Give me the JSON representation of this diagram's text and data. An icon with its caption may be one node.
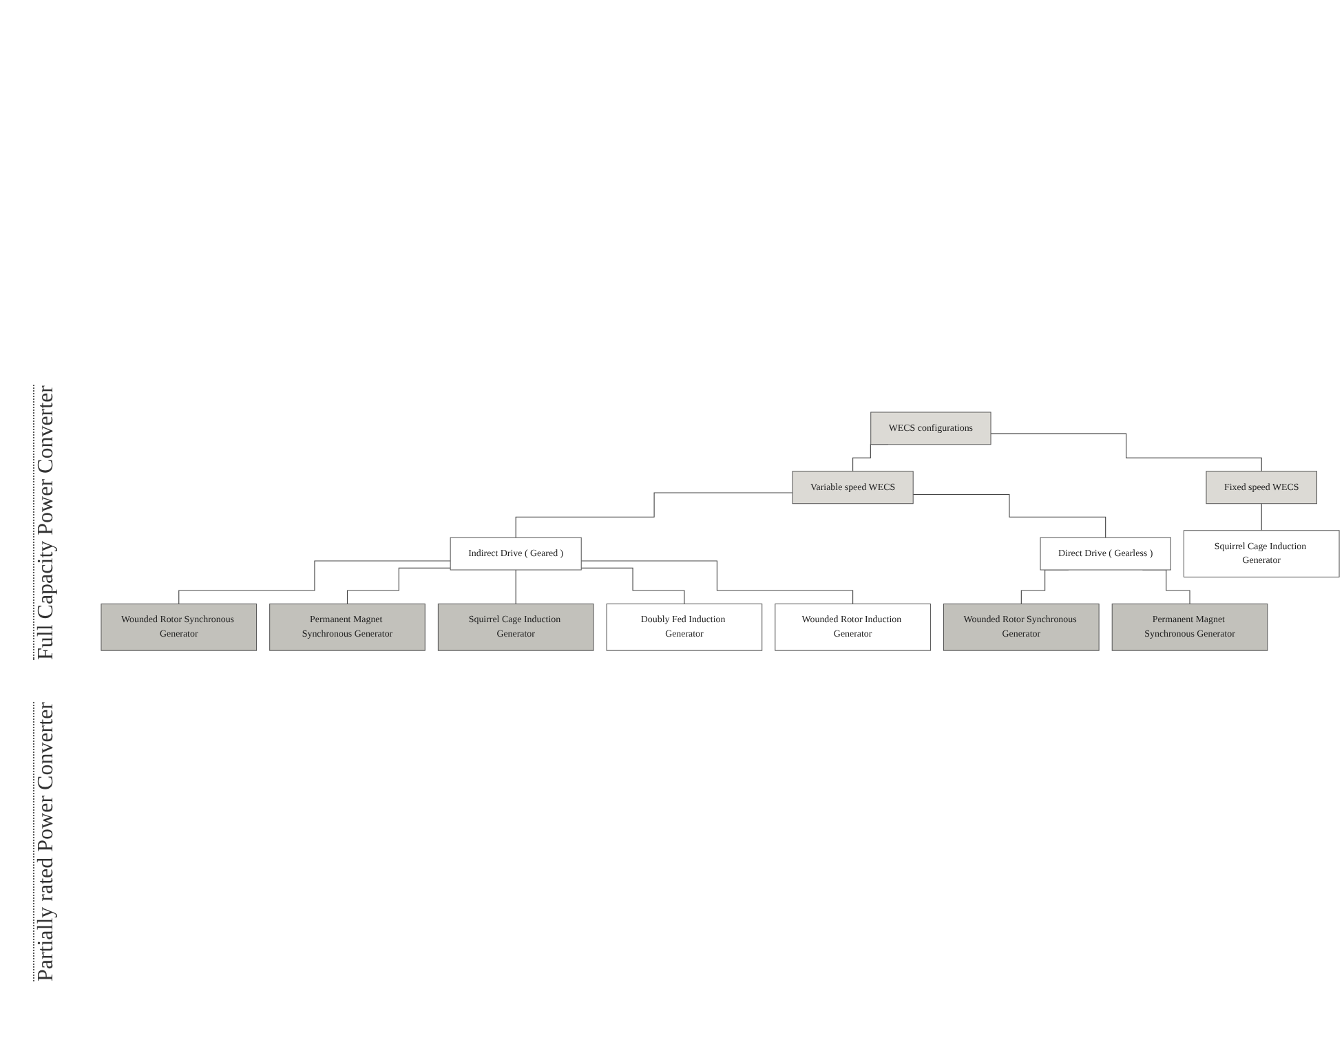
{
  "diagram": {
    "nodes": [
      {
        "text": [
          "WECS configurations"
        ]
      },
      {
        "text": [
          "Variable speed WECS"
        ]
      },
      {
        "text": [
          "Fixed speed WECS"
        ]
      },
      {
        "text": [
          "Indirect Drive ( Geared )"
        ]
      },
      {
        "text": [
          "Direct Drive ( Gearless )"
        ]
      },
      {
        "text": [
          "Squirrel Cage Induction Generator"
        ]
      },
      {
        "text": [
          "Wounded Rotor Synchronous Generator"
        ]
      },
      {
        "text": [
          "Wounded Rotor Synchronous Generator"
        ]
      },
      {
        "text": [
          "Permanent Magnet Synchronous Generator"
        ]
      },
      {
        "text": [
          "Permanent Magnet Synchronous Generator"
        ]
      },
      {
        "text": [
          "Squirrel Cage Induction Generator"
        ]
      },
      {
        "text": [
          "Doubly Fed Induction Generator"
        ]
      },
      {
        "text": [
          "Wounded Rotor Induction Generator"
        ]
      }
    ],
    "edges": [
      {
        "from": 0,
        "to": 1,
        "arrow": "none"
      },
      {
        "from": 0,
        "to": 2,
        "arrow": "none"
      },
      {
        "from": 1,
        "to": 3,
        "arrow": "none"
      },
      {
        "from": 1,
        "to": 4,
        "arrow": "none"
      },
      {
        "from": 2,
        "to": 5,
        "arrow": "none"
      },
      {
        "from": 3,
        "to": 6,
        "arrow": "none"
      },
      {
        "from": 3,
        "to": 8,
        "arrow": "none"
      },
      {
        "from": 3,
        "to": 10,
        "arrow": "none"
      },
      {
        "from": 3,
        "to": 11,
        "arrow": "none"
      },
      {
        "from": 3,
        "to": 12,
        "arrow": "none"
      },
      {
        "from": 4,
        "to": 7,
        "arrow": "none"
      },
      {
        "from": 4,
        "to": 9,
        "arrow": "none"
      }
    ],
    "labels": [
      "Full Capacity Power Converter",
      "Partially rated Power Converter"
    ]
  }
}
